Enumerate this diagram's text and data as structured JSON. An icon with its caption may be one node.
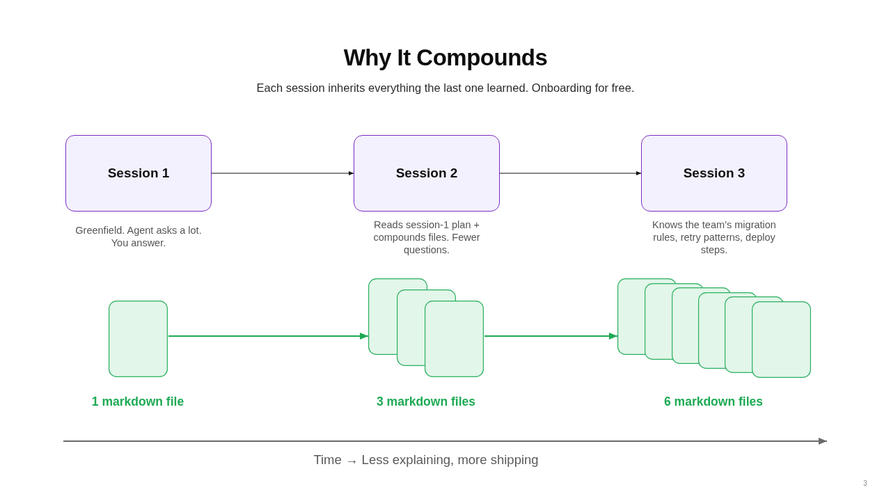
{
  "diagram": {
    "title": "Why It Compounds",
    "nodes": [
      {
        "text": [
          "Session 1"
        ],
        "beside": [
          "Greenfield. Agent asks a lot. You answer."
        ]
      },
      {
        "text": [
          "Session 2"
        ],
        "beside": [
          "Reads session-1 plan + compounds files. Fewer questions."
        ]
      },
      {
        "text": [
          "Session 3"
        ],
        "beside": [
          "Knows the team’s migration rules, retry patterns, deploy steps."
        ]
      },
      {
        "text": [],
        "shape": "box",
        "beside": [
          "1 markdown file"
        ]
      },
      {
        "text": [],
        "shape": "box",
        "beside": [
          "3 markdown files"
        ]
      },
      {
        "text": [],
        "shape": "box",
        "beside": [
          "6 markdown files"
        ]
      }
    ],
    "edges": [
      {
        "from": 0,
        "to": 1,
        "arrow": "to"
      },
      {
        "from": 1,
        "to": 2,
        "arrow": "to"
      },
      {
        "from": 3,
        "to": 4,
        "arrow": "to",
        "color": "#1faa55"
      },
      {
        "from": 4,
        "to": 5,
        "arrow": "to",
        "color": "#1faa55"
      }
    ],
    "labels": [
      "Each session inherits everything the last one learned. Onboarding for free.",
      "Time → Less explaining, more shipping",
      "3"
    ]
  }
}
